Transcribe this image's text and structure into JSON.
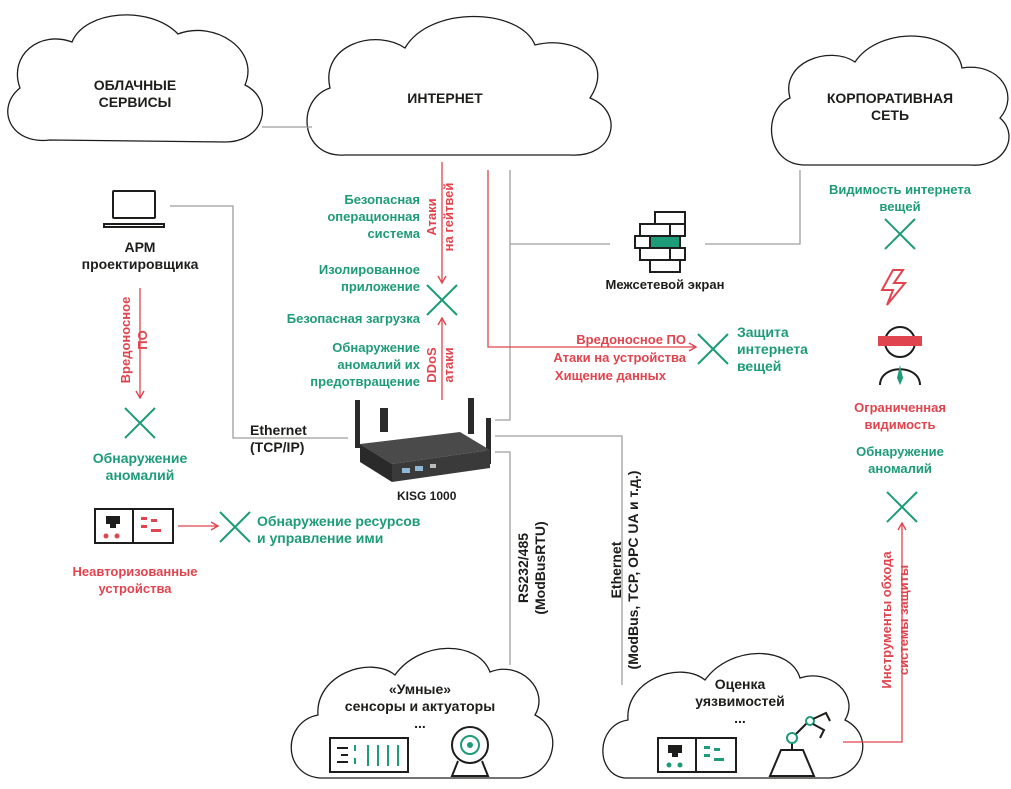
{
  "colors": {
    "dark": "#1d1d1b",
    "green": "#1e9b78",
    "red": "#e0444e",
    "grey_line": "#9d9d9c"
  },
  "clouds": {
    "cloud_services": "ОБЛАЧНЫЕ\nСЕРВИСЫ",
    "internet": "ИНТЕРНЕТ",
    "corporate": "КОРПОРАТИВНАЯ\nСЕТЬ",
    "smart_sensors": "«Умные»\nсенсоры и актуаторы\n...",
    "vuln_assessment": "Оценка\nуязвимостей\n..."
  },
  "left": {
    "workstation": "АРМ\nпроектировщика",
    "malware_vertical": "Вредоносное\nПО",
    "anomaly_detection": "Обнаружение\nаномалий",
    "unauthorized_devices": "Неавторизованные\nустройства",
    "asset_management": "Обнаружение ресурсов\nи управление ими"
  },
  "gateway": {
    "secure_os": "Безопасная\nоперационная\nсистема",
    "isolated_app": "Изолированное\nприложение",
    "secure_boot": "Безопасная загрузка",
    "anomaly_prevention": "Обнаружение\nаномалий их\nпредотвращение",
    "gateway_attacks": "Атаки\nна гейтвей",
    "ddos_attacks": "DDoS\nатаки",
    "ethernet_tcpip": "Ethernet\n(TCP/IP)",
    "device_label": "KISG 1000"
  },
  "firewall": {
    "label": "Межсетевой экран"
  },
  "threats": {
    "malware": "Вредоносное ПО",
    "device_attacks": "Атаки на устройства",
    "data_theft": "Хищение данных",
    "iot_protection": "Защита\nинтернета\nвещей"
  },
  "right": {
    "iot_visibility": "Видимость интернета\nвещей",
    "limited_visibility": "Ограниченная\nвидимость",
    "anomaly_detection": "Обнаружение\nаномалий",
    "bypass_tools": "Инструменты обхода\nсистемы защиты"
  },
  "bottom_links": {
    "rs485": "RS232/485\n(ModBusRTU)",
    "ethernet_modbus": "Ethernet\n(ModBus, TCP, OPC UA и т.д.)"
  }
}
